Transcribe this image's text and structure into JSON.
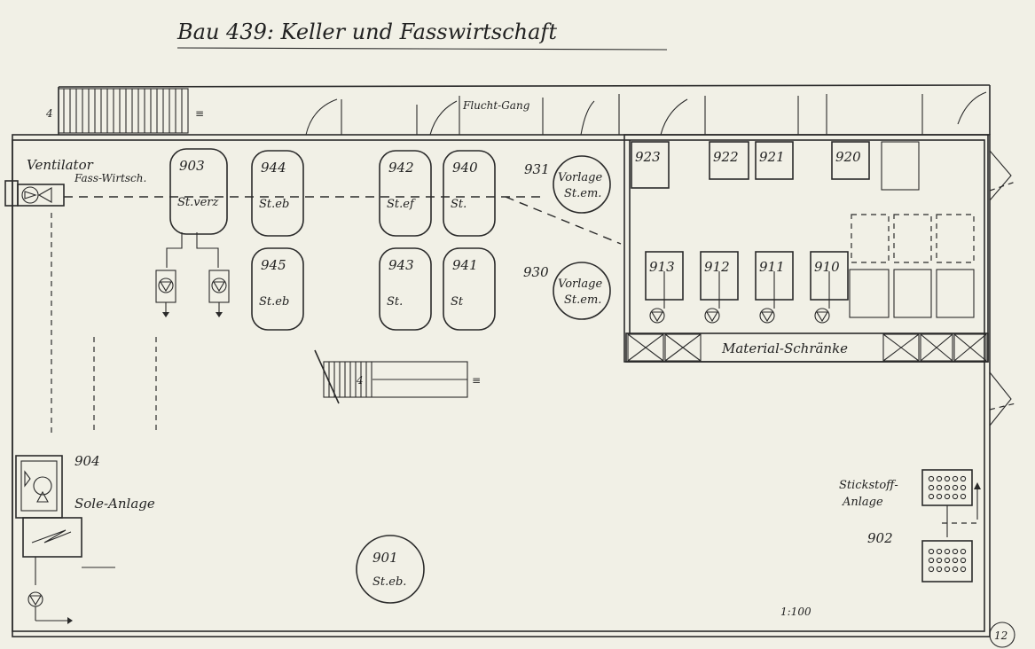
{
  "title": "Bau 439: Keller und Fasswirtschaft",
  "labels": {
    "flucht": "Flucht-Gang",
    "ventilator": "Ventilator",
    "fass": "Fass-Wirtsch.",
    "material": "Material-Schränke",
    "sole_num": "904",
    "sole": "Sole-Anlage",
    "stick1": "Stickstoff-",
    "stick2": "Anlage",
    "num902": "902",
    "scale": "1:100",
    "page": "12"
  },
  "tanks": [
    {
      "num": "903",
      "mat": "St.verz"
    },
    {
      "num": "944",
      "mat": "St.eb"
    },
    {
      "num": "942",
      "mat": "St.ef"
    },
    {
      "num": "940",
      "mat": "St."
    },
    {
      "num": "945",
      "mat": "St.eb"
    },
    {
      "num": "943",
      "mat": "St."
    },
    {
      "num": "941",
      "mat": "St"
    }
  ],
  "vorlagen": [
    {
      "num": "931",
      "l1": "Vorlage",
      "l2": "St.em."
    },
    {
      "num": "930",
      "l1": "Vorlage",
      "l2": "St.em."
    }
  ],
  "tank901": {
    "num": "901",
    "mat": "St.eb."
  },
  "boxes": [
    "923",
    "922",
    "921",
    "920",
    "913",
    "912",
    "911",
    "910"
  ]
}
